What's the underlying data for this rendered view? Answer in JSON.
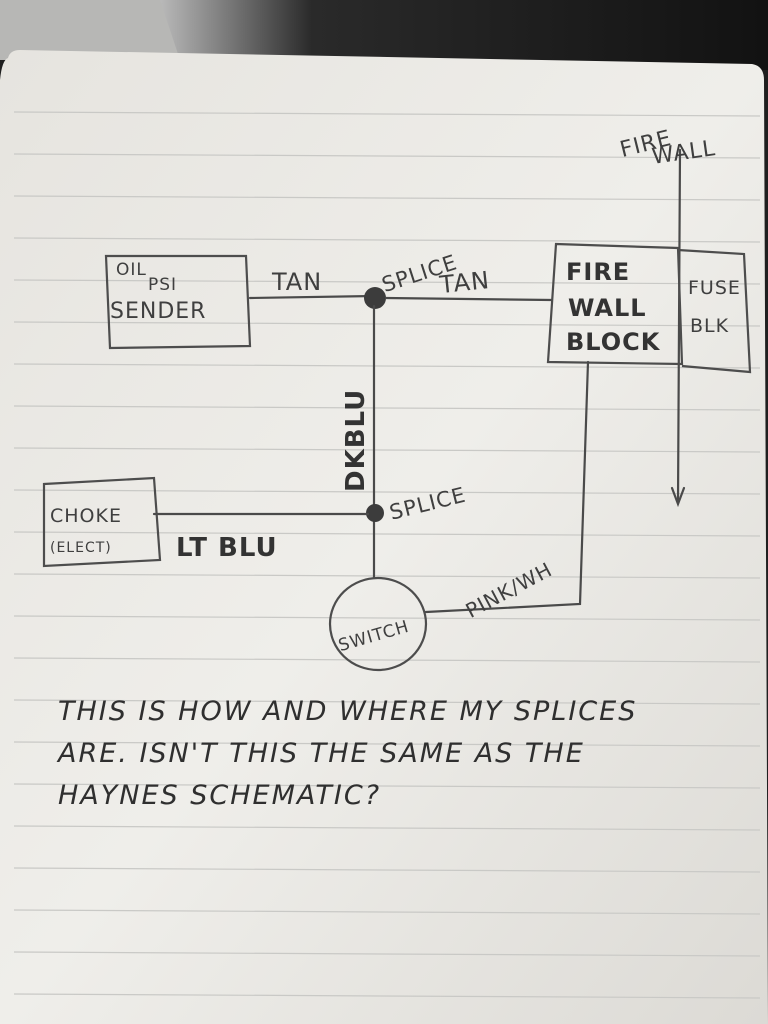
{
  "components": {
    "oil_sender": {
      "line1": "OIL",
      "line2": "PSI",
      "line3": "SENDER"
    },
    "choke": {
      "line1": "CHOKE",
      "line2": "(ELECT)"
    },
    "firewall_block": {
      "line1": "FIRE",
      "line2": "WALL",
      "line3": "BLOCK"
    },
    "fuse_block": {
      "line1": "FUSE",
      "line2": "BLK"
    },
    "switch": {
      "label": "SWITCH"
    },
    "firewall": {
      "line1": "FIRE",
      "line2": "WALL"
    }
  },
  "wires": {
    "tan_left": "TAN",
    "tan_right": "TAN",
    "dk_blu": "DKBLU",
    "lt_blu": "LT BLU",
    "pink_wh": "PINK/WH"
  },
  "splices": {
    "top": "SPLICE",
    "bottom": "SPLICE"
  },
  "note": {
    "line1": "THIS IS HOW AND WHERE MY SPLICES",
    "line2": "ARE. ISN'T THIS THE SAME AS THE",
    "line3": "HAYNES SCHEMATIC?"
  }
}
